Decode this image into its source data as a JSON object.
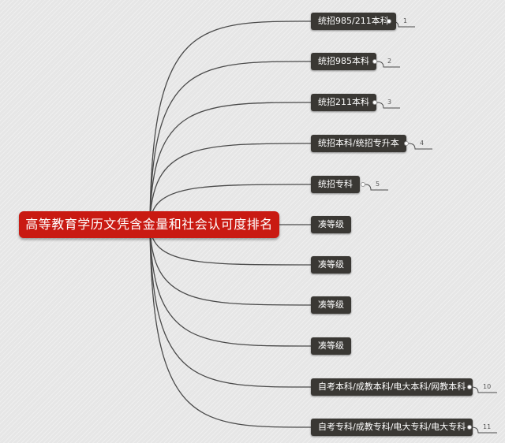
{
  "root": {
    "label": "高等教育学历文凭含金量和社会认可度排名"
  },
  "branches": [
    {
      "label": "统招985/211本科",
      "rank": "1"
    },
    {
      "label": "统招985本科",
      "rank": "2"
    },
    {
      "label": "统招211本科",
      "rank": "3"
    },
    {
      "label": "统招本科/统招专升本",
      "rank": "4"
    },
    {
      "label": "统招专科",
      "rank": "5"
    },
    {
      "label": "凑等级",
      "rank": ""
    },
    {
      "label": "凑等级",
      "rank": ""
    },
    {
      "label": "凑等级",
      "rank": ""
    },
    {
      "label": "凑等级",
      "rank": ""
    },
    {
      "label": "自考本科/成教本科/电大本科/网教本科",
      "rank": "10"
    },
    {
      "label": "自考专科/成教专科/电大专科/电大专科",
      "rank": "11"
    }
  ],
  "colors": {
    "root_bg": "#c91a12",
    "node_bg": "#3a3834",
    "connector": "#4a4a4a"
  }
}
